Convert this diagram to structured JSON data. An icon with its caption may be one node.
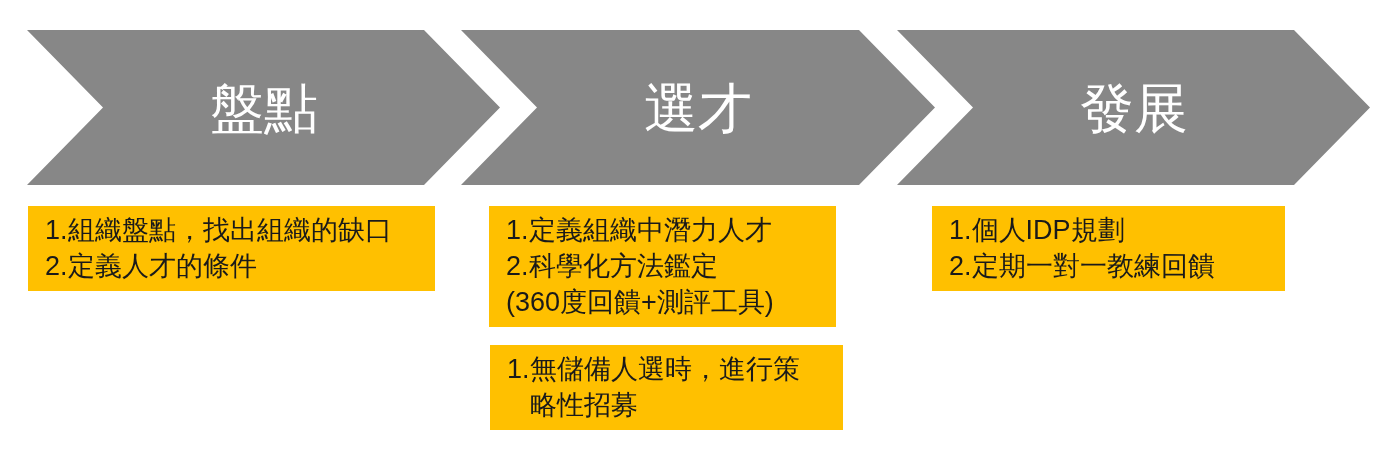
{
  "diagram": {
    "nodes": [
      {
        "text": [
          "盤點"
        ]
      },
      {
        "text": [
          "選才"
        ]
      },
      {
        "text": [
          "發展"
        ]
      },
      {
        "text": [
          "1.組織盤點，找出組織的缺口",
          "2.定義人才的條件"
        ]
      },
      {
        "text": [
          "1.定義組織中潛力人才",
          "2.科學化方法鑑定",
          "(360度回饋+測評工具)"
        ]
      },
      {
        "text": [
          "1.無儲備人選時，進行策略性招募"
        ]
      },
      {
        "text": [
          "1.個人IDP規劃",
          "2.定期一對一教練回饋"
        ]
      }
    ]
  }
}
